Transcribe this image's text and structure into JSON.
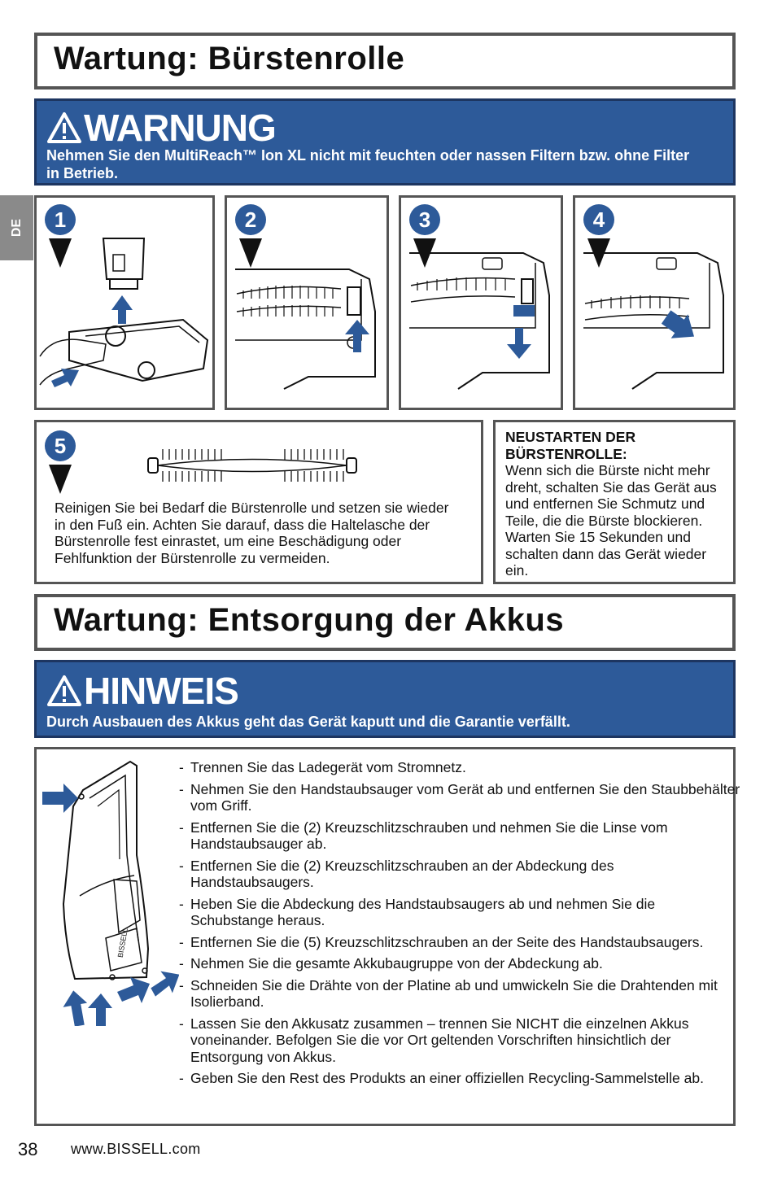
{
  "section1": {
    "title": "Wartung: Bürstenrolle"
  },
  "warning": {
    "heading": "WARNUNG",
    "text_line1": "Nehmen Sie den MultiReach™ Ion XL nicht mit feuchten oder nassen Filtern bzw. ohne Filter",
    "text_line2": "in Betrieb."
  },
  "side_tab": {
    "label": "DE"
  },
  "steps": [
    {
      "num": "1"
    },
    {
      "num": "2"
    },
    {
      "num": "3"
    },
    {
      "num": "4"
    },
    {
      "num": "5"
    }
  ],
  "step5": {
    "text": "Reinigen Sie bei Bedarf die Bürstenrolle und setzen sie wieder in den Fuß ein. Achten Sie darauf, dass die Haltelasche der Bürstenrolle fest einrastet, um eine Beschädigung oder Fehlfunktion der Bürstenrolle zu vermeiden."
  },
  "restart": {
    "heading": "NEUSTARTEN DER BÜRSTENROLLE:",
    "text": "Wenn sich die Bürste nicht mehr dreht, schalten Sie das Gerät aus und entfernen Sie Schmutz und Teile, die die Bürste blockieren. Warten Sie 15 Sekunden und schalten dann das Gerät wieder ein."
  },
  "section2": {
    "title": "Wartung: Entsorgung der Akkus"
  },
  "notice": {
    "heading": "HINWEIS",
    "text": "Durch Ausbauen des Akkus geht das Gerät kaputt und die Garantie verfällt."
  },
  "disposal_steps": [
    "Trennen Sie das Ladegerät vom Stromnetz.",
    "Nehmen Sie den Handstaubsauger vom Gerät ab und entfernen Sie den Staubbehälter vom Griff.",
    "Entfernen Sie die (2) Kreuzschlitzschrauben und nehmen Sie die Linse vom Handstaubsauger ab.",
    "Entfernen Sie die (2) Kreuzschlitzschrauben an der Abdeckung des Handstaubsaugers.",
    "Heben Sie die Abdeckung des Handstaubsaugers ab und nehmen Sie die Schubstange heraus.",
    "Entfernen Sie die (5) Kreuzschlitzschrauben an der Seite des Handstaubsaugers.",
    "Nehmen Sie die gesamte Akkubaugruppe von der Abdeckung ab.",
    "Schneiden Sie die Drähte von der Platine ab und umwickeln Sie die Drahtenden mit Isolierband.",
    "Lassen Sie den Akkusatz zusammen – trennen Sie NICHT die einzelnen Akkus voneinander. Befolgen Sie die vor Ort geltenden Vorschriften hinsichtlich der Entsorgung von Akkus.",
    "Geben Sie den Rest des Produkts an einer offiziellen Recycling-Sammelstelle ab."
  ],
  "brand_logo": "BISSELL",
  "footer": {
    "page": "38",
    "url": "www.BISSELL.com"
  },
  "colors": {
    "brand_blue": "#2d5a99",
    "border_gray": "#555555",
    "tab_gray": "#8a8a8a"
  }
}
